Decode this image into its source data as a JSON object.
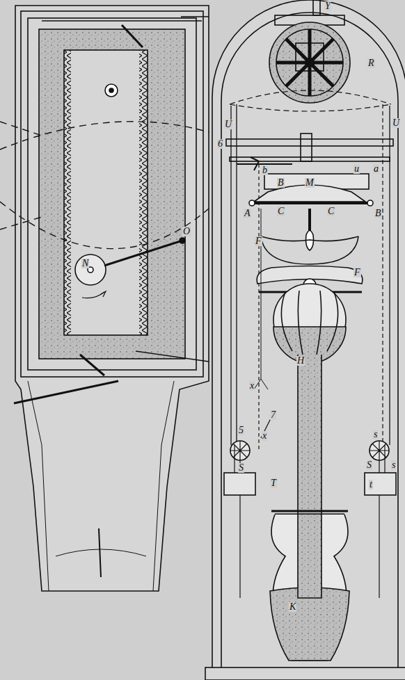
{
  "diagram": {
    "labels": [
      "N",
      "O",
      "Y",
      "R",
      "U",
      "U",
      "6",
      "b",
      "u",
      "a",
      "B",
      "M",
      "A",
      "C",
      "C",
      "B",
      "F",
      "F",
      "x",
      "H",
      "7",
      "5",
      "x",
      "S",
      "s",
      "S",
      "s",
      "T",
      "t",
      "K"
    ]
  }
}
